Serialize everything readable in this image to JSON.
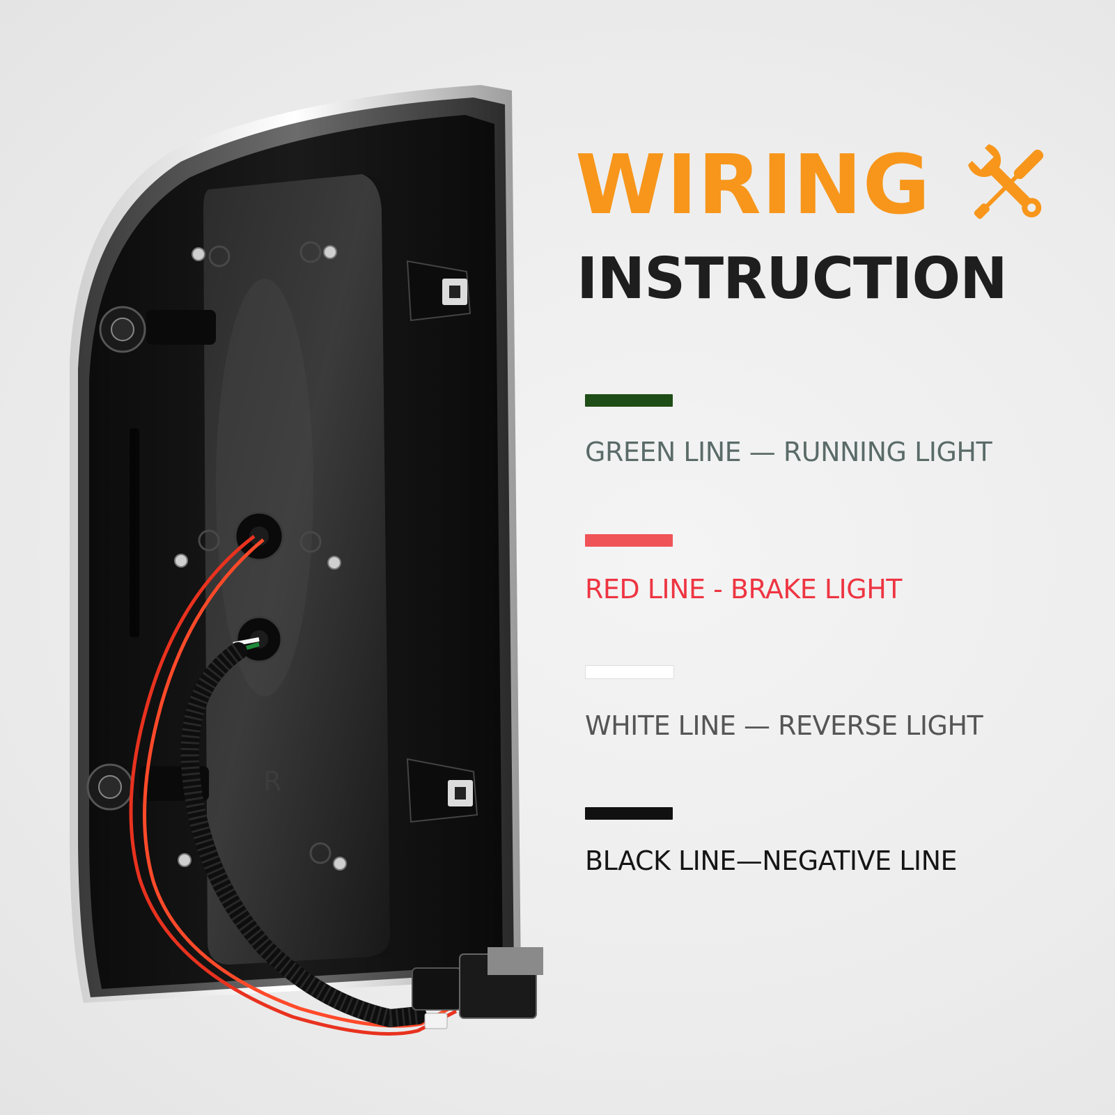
{
  "heading": {
    "title": "WIRING",
    "subtitle": "INSTRUCTION",
    "title_color": "#f7961b",
    "subtitle_color": "#1e1e1e"
  },
  "icons": {
    "title_icon": "tools-icon"
  },
  "legend": [
    {
      "label": "GREEN LINE — RUNNING LIGHT",
      "swatch_color": "#1f4d17",
      "text_color": "#5a6b68"
    },
    {
      "label": "RED LINE - BRAKE LIGHT",
      "swatch_color": "#ef5357",
      "text_color": "#ee3542"
    },
    {
      "label": "WHITE LINE  — REVERSE LIGHT",
      "swatch_color": "#ffffff",
      "text_color": "#555555"
    },
    {
      "label": "BLACK LINE—NEGATIVE LINE",
      "swatch_color": "#111111",
      "text_color": "#151515"
    }
  ],
  "product_marks": {
    "housing_letter": "R"
  }
}
